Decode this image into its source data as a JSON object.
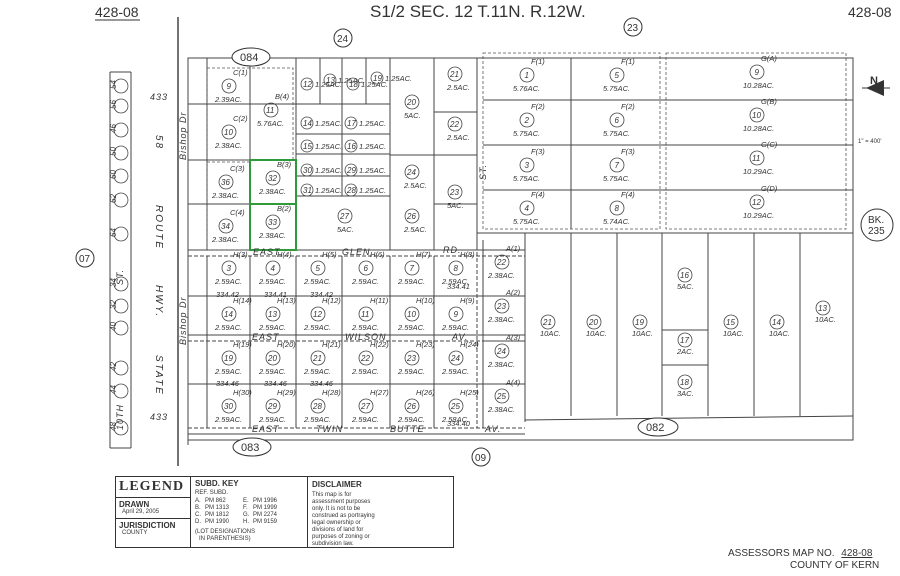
{
  "header": {
    "title": "S1/2 SEC. 12 T.11N. R.12W.",
    "map_left": "428-08",
    "map_right": "428-08"
  },
  "book_refs": {
    "b084": "084",
    "b083": "083",
    "b082": "082",
    "c24": "24",
    "c23": "23",
    "c07": "07",
    "c09": "09",
    "bk_line1": "BK.",
    "bk_line2": "235"
  },
  "north": {
    "letter": "N",
    "scale": "1\" = 400'"
  },
  "streets": {
    "bishop_dr_upper": "Bishop Dr",
    "bishop_dr_lower": "Bishop Dr",
    "route_58": "58",
    "route": "ROUTE",
    "state_hwy": "HWY.",
    "state": "STATE",
    "east1": "EAST",
    "glen": "GLEN",
    "rd": "RD.",
    "east2": "EAST",
    "wilson": "WILSON",
    "av1": "AV.",
    "east3": "EAST",
    "twin": "TWIN",
    "butte": "BUTTE",
    "av2": "AV.",
    "st1": "ST.",
    "st2": "ST.",
    "tenth": "10TH",
    "d433a": "433",
    "d433b": "433"
  },
  "left_column": [
    "54",
    "56",
    "46",
    "50",
    "60",
    "62",
    "64",
    "34",
    "32",
    "40",
    "42",
    "44",
    "48"
  ],
  "lots_top": [
    {
      "num": "9",
      "code": "C(1)",
      "area": "2.39AC."
    },
    {
      "num": "10",
      "code": "C(2)",
      "area": "2.38AC."
    },
    {
      "num": "11",
      "code": "B(4)",
      "area": "5.76AC."
    },
    {
      "num": "36",
      "code": "C(3)",
      "area": "2.38AC."
    },
    {
      "num": "32",
      "code": "B(3)",
      "area": "2.38AC."
    },
    {
      "num": "34",
      "code": "C(4)",
      "area": "2.38AC."
    },
    {
      "num": "33",
      "code": "B(2)",
      "area": "2.38AC."
    },
    {
      "num": "12",
      "code": "",
      "area": "1.25AC."
    },
    {
      "num": "13",
      "code": "",
      "area": "1.25AC."
    },
    {
      "num": "18",
      "code": "",
      "area": "1.25AC."
    },
    {
      "num": "19",
      "code": "",
      "area": "1.25AC."
    },
    {
      "num": "14",
      "code": "",
      "area": "1.25AC."
    },
    {
      "num": "17",
      "code": "",
      "area": "1.25AC."
    },
    {
      "num": "15",
      "code": "",
      "area": "1.25AC."
    },
    {
      "num": "16",
      "code": "",
      "area": "1.25AC."
    },
    {
      "num": "30",
      "code": "",
      "area": "1.25AC."
    },
    {
      "num": "29",
      "code": "",
      "area": "1.25AC."
    },
    {
      "num": "31",
      "code": "",
      "area": "1.25AC."
    },
    {
      "num": "28",
      "code": "",
      "area": "1.25AC."
    },
    {
      "num": "20",
      "code": "",
      "area": "5AC."
    },
    {
      "num": "21",
      "code": "",
      "area": "2.5AC."
    },
    {
      "num": "22",
      "code": "",
      "area": "2.5AC."
    },
    {
      "num": "23",
      "code": "",
      "area": "5AC."
    },
    {
      "num": "24",
      "code": "",
      "area": "2.5AC."
    },
    {
      "num": "27",
      "code": "",
      "area": "5AC."
    },
    {
      "num": "26",
      "code": "",
      "area": "2.5AC."
    }
  ],
  "lots_f": [
    {
      "num": "1",
      "code": "F(1)",
      "area": "5.76AC."
    },
    {
      "num": "5",
      "code": "F(1)",
      "area": "5.75AC."
    },
    {
      "num": "2",
      "code": "F(2)",
      "area": "5.75AC."
    },
    {
      "num": "6",
      "code": "F(2)",
      "area": "5.75AC."
    },
    {
      "num": "3",
      "code": "F(3)",
      "area": "5.75AC."
    },
    {
      "num": "7",
      "code": "F(3)",
      "area": "5.75AC."
    },
    {
      "num": "4",
      "code": "F(4)",
      "area": "5.75AC."
    },
    {
      "num": "8",
      "code": "F(4)",
      "area": "5.74AC."
    }
  ],
  "lots_g": [
    {
      "num": "9",
      "code": "G(A)",
      "area": "10.28AC."
    },
    {
      "num": "10",
      "code": "G(B)",
      "area": "10.28AC."
    },
    {
      "num": "11",
      "code": "G(C)",
      "area": "10.29AC."
    },
    {
      "num": "12",
      "code": "G(D)",
      "area": "10.29AC."
    }
  ],
  "lots_h": [
    {
      "num": "3",
      "code": "H(3)",
      "area": "2.59AC."
    },
    {
      "num": "4",
      "code": "H(4)",
      "area": "2.59AC."
    },
    {
      "num": "5",
      "code": "H(5)",
      "area": "2.59AC."
    },
    {
      "num": "6",
      "code": "H(6)",
      "area": "2.59AC."
    },
    {
      "num": "7",
      "code": "H(7)",
      "area": "2.59AC."
    },
    {
      "num": "8",
      "code": "H(8)",
      "area": "2.59AC."
    },
    {
      "num": "14",
      "code": "H(14)",
      "area": "2.59AC."
    },
    {
      "num": "13",
      "code": "H(13)",
      "area": "2.59AC."
    },
    {
      "num": "12",
      "code": "H(12)",
      "area": "2.59AC."
    },
    {
      "num": "11",
      "code": "H(11)",
      "area": "2.59AC."
    },
    {
      "num": "10",
      "code": "H(10)",
      "area": "2.59AC."
    },
    {
      "num": "9",
      "code": "H(9)",
      "area": "2.59AC."
    },
    {
      "num": "19",
      "code": "H(19)",
      "area": "2.59AC."
    },
    {
      "num": "20",
      "code": "H(20)",
      "area": "2.59AC."
    },
    {
      "num": "21",
      "code": "H(21)",
      "area": "2.59AC."
    },
    {
      "num": "22",
      "code": "H(22)",
      "area": "2.59AC."
    },
    {
      "num": "23",
      "code": "H(23)",
      "area": "2.59AC."
    },
    {
      "num": "24",
      "code": "H(24)",
      "area": "2.59AC."
    },
    {
      "num": "30",
      "code": "H(30)",
      "area": "2.59AC."
    },
    {
      "num": "29",
      "code": "H(29)",
      "area": "2.59AC."
    },
    {
      "num": "28",
      "code": "H(28)",
      "area": "2.59AC."
    },
    {
      "num": "27",
      "code": "H(27)",
      "area": "2.59AC."
    },
    {
      "num": "26",
      "code": "H(26)",
      "area": "2.59AC."
    },
    {
      "num": "25",
      "code": "H(25)",
      "area": "2.58AC."
    }
  ],
  "lots_a": [
    {
      "num": "22",
      "code": "A(1)",
      "area": "2.38AC."
    },
    {
      "num": "23",
      "code": "A(2)",
      "area": "2.38AC."
    },
    {
      "num": "24",
      "code": "A(3)",
      "area": "2.38AC."
    },
    {
      "num": "25",
      "code": "A(4)",
      "area": "2.38AC."
    }
  ],
  "lots_big": [
    {
      "num": "21",
      "area": "10AC."
    },
    {
      "num": "20",
      "area": "10AC."
    },
    {
      "num": "19",
      "area": "10AC."
    },
    {
      "num": "16",
      "area": "5AC."
    },
    {
      "num": "17",
      "area": "2AC."
    },
    {
      "num": "18",
      "area": "3AC."
    },
    {
      "num": "15",
      "area": "10AC."
    },
    {
      "num": "14",
      "area": "10AC."
    },
    {
      "num": "13",
      "area": "10AC."
    }
  ],
  "dims": {
    "d1": "334.42",
    "d2": "334.41",
    "d3": "334.42",
    "d4": "334.41",
    "d5": "334.46",
    "d6": "334.46",
    "d7": "334.46",
    "d8": "334.40"
  },
  "legend": {
    "title": "LEGEND",
    "drawn_label": "DRAWN",
    "drawn_date": "April 29, 2005",
    "jurisdiction_label": "JURISDICTION",
    "jurisdiction_value": "COUNTY",
    "subd_key_title": "SUBD. KEY",
    "ref_head": "REF.",
    "subd_head": "SUBD.",
    "rows": [
      {
        "a": "A.",
        "av": "PM 862",
        "b": "E.",
        "bv": "PM 1996"
      },
      {
        "a": "B.",
        "av": "PM 1313",
        "b": "F.",
        "bv": "PM 1999"
      },
      {
        "a": "C.",
        "av": "PM 1812",
        "b": "G.",
        "bv": "PM 2274"
      },
      {
        "a": "D.",
        "av": "PM 1990",
        "b": "H.",
        "bv": "PM 9159"
      }
    ],
    "lot_note1": "(LOT DESIGNATIONS",
    "lot_note2": "IN PARENTHESIS)",
    "disclaimer_title": "DISCLAIMER",
    "disclaimer_lines": [
      "This map is for",
      "assessment purposes",
      "only. It is not to be",
      "construed as portraying",
      "legal ownership or",
      "divisions of land for",
      "purposes of zoning or",
      "subdivision law."
    ]
  },
  "footer": {
    "label": "ASSESSORS MAP NO.",
    "number": "428-08",
    "county": "COUNTY OF KERN"
  }
}
